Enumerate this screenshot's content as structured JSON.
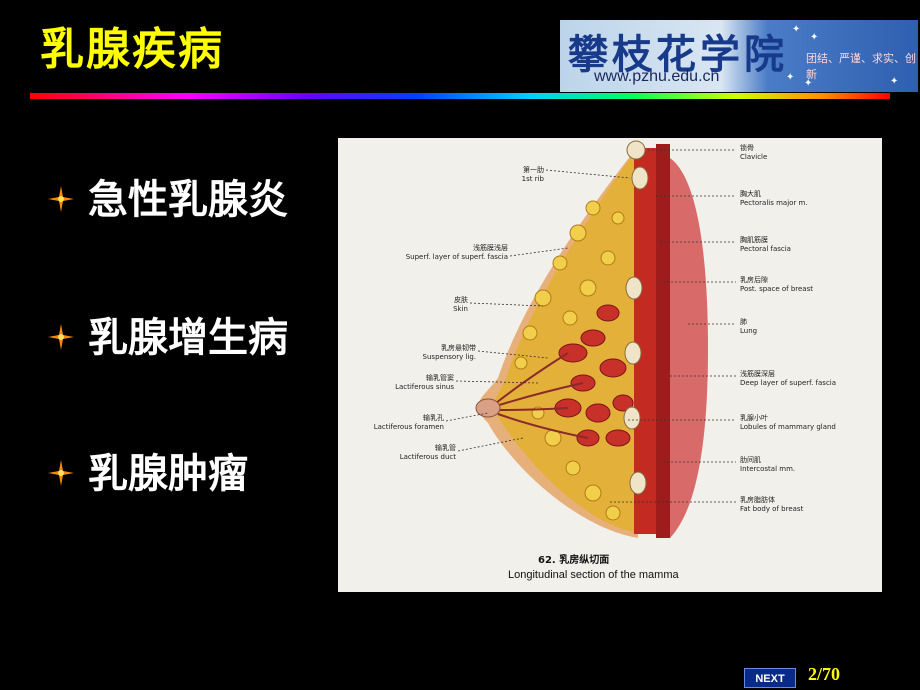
{
  "slide": {
    "title": "乳腺疾病",
    "bullets": [
      {
        "label": "急性乳腺炎"
      },
      {
        "label": "乳腺增生病"
      },
      {
        "label": "乳腺肿瘤"
      }
    ],
    "page_indicator": "2/70",
    "next_label": "NEXT"
  },
  "logo": {
    "calligraphy": "攀枝花学院",
    "url": "www.pzhu.edu.cn",
    "motto": "团结、严谨、求实、创新"
  },
  "figure": {
    "labels_left": [
      {
        "cn": "第一肋",
        "en": "1st rib"
      },
      {
        "cn": "浅筋膜浅层",
        "en": "Superf. layer of superf. fascia"
      },
      {
        "cn": "皮肤",
        "en": "Skin"
      },
      {
        "cn": "乳房悬韧带",
        "en": "Suspensory lig."
      },
      {
        "cn": "输乳管窦",
        "en": "Lactiferous sinus"
      },
      {
        "cn": "输乳孔",
        "en": "Lactiferous foramen"
      },
      {
        "cn": "输乳管",
        "en": "Lactiferous duct"
      }
    ],
    "labels_right": [
      {
        "cn": "锁骨",
        "en": "Clavicle"
      },
      {
        "cn": "胸大肌",
        "en": "Pectoralis major m."
      },
      {
        "cn": "胸肌筋膜",
        "en": "Pectoral fascia"
      },
      {
        "cn": "乳房后隙",
        "en": "Post. space of breast"
      },
      {
        "cn": "肺",
        "en": "Lung"
      },
      {
        "cn": "浅筋膜深层",
        "en": "Deep layer of superf. fascia"
      },
      {
        "cn": "乳腺小叶",
        "en": "Lobules of mammary gland"
      },
      {
        "cn": "肋间肌",
        "en": "Intercostal mm."
      },
      {
        "cn": "乳房脂肪体",
        "en": "Fat body of breast"
      }
    ],
    "caption_cn": "62.   乳房纵切面",
    "caption_en": "Longitudinal section of the mamma"
  },
  "colors": {
    "title": "#ffff00",
    "background": "#000000",
    "bullet_text": "#ffffff",
    "page_indicator": "#ffff00"
  }
}
